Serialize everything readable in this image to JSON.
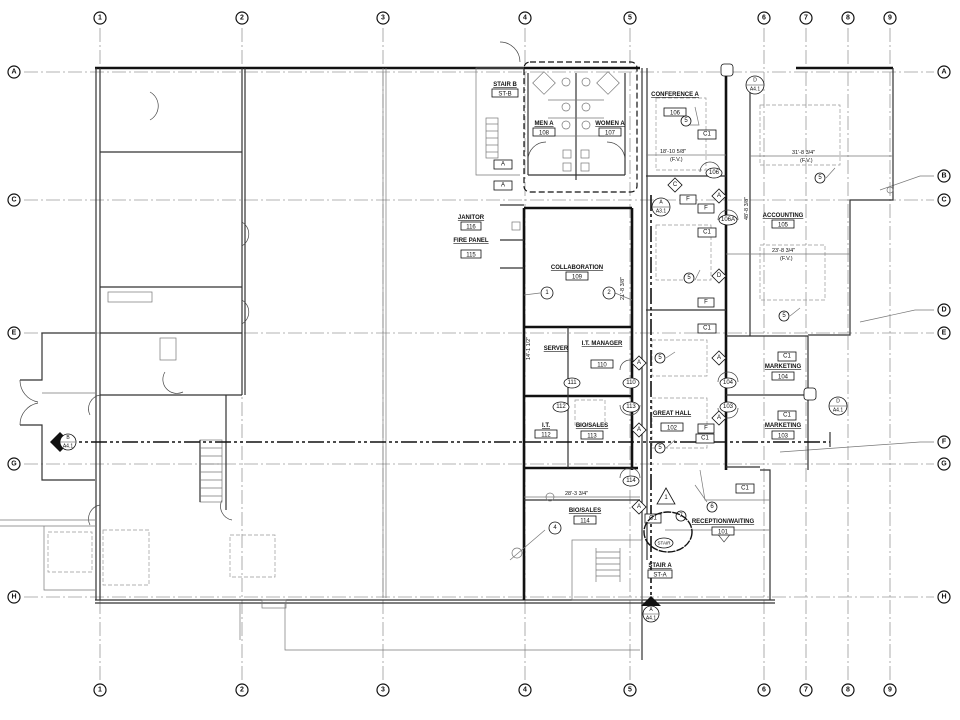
{
  "grid": {
    "columns": [
      "1",
      "2",
      "3",
      "4",
      "5",
      "6",
      "7",
      "8",
      "9"
    ],
    "rows_left": [
      "A",
      "C",
      "E",
      "G",
      "H"
    ],
    "rows_right": [
      "A",
      "B",
      "C",
      "D",
      "E",
      "F",
      "G",
      "H"
    ]
  },
  "rooms": [
    {
      "name": "STAIR B",
      "number": "ST-B"
    },
    {
      "name": "MEN A",
      "number": "108"
    },
    {
      "name": "WOMEN A",
      "number": "107"
    },
    {
      "name": "CONFERENCE A",
      "number": "106"
    },
    {
      "name": "ACCOUNTING",
      "number": "105"
    },
    {
      "name": "JANITOR",
      "number": "116"
    },
    {
      "name": "FIRE PANEL",
      "number": "115"
    },
    {
      "name": "COLLABORATION",
      "number": "109"
    },
    {
      "name": "SERVER",
      "number": "111"
    },
    {
      "name": "I.T. MANAGER",
      "number": "110"
    },
    {
      "name": "I.T.",
      "number": "112"
    },
    {
      "name": "BIO/SALES",
      "number": "113"
    },
    {
      "name": "GREAT HALL",
      "number": "102"
    },
    {
      "name": "MARKETING",
      "number": "104"
    },
    {
      "name": "MARKETING",
      "number": "103"
    },
    {
      "name": "BIO/SALES",
      "number": "114"
    },
    {
      "name": "RECEPTION/WAITING",
      "number": "101"
    },
    {
      "name": "STAIR A",
      "number": "ST-A"
    }
  ],
  "dimensions": [
    "31'-8 3/4\"",
    "(F.V.)",
    "23'-8 3/4\"",
    "(F.V.)",
    "18'-10 5/8\"",
    "(F.V.)",
    "28'-3 3/4\"",
    "14'-1 1/2\"",
    "21'-8 3/8\"",
    "48'-8 3/8\""
  ],
  "tags": {
    "wall_a": "A",
    "c1": "C1",
    "f": "F",
    "c": "C",
    "d": "D",
    "keynote_1": "1",
    "keynote_2": "2",
    "keynote_4": "4",
    "keynote_5": "5",
    "keynote_6": "6",
    "keynote_7": "7",
    "revision": "1"
  },
  "doors": [
    "106",
    "106A",
    "104",
    "103",
    "110",
    "113",
    "111",
    "112",
    "114"
  ],
  "section_marks": [
    {
      "id": "A",
      "sheet": "A3.1"
    },
    {
      "id": "D",
      "sheet": "A4.1"
    },
    {
      "id": "D",
      "sheet": "A4.1"
    },
    {
      "id": "B",
      "sheet": "A4.1"
    },
    {
      "id": "A",
      "sheet": "A4.1"
    }
  ],
  "stair_tag": "STAIR"
}
